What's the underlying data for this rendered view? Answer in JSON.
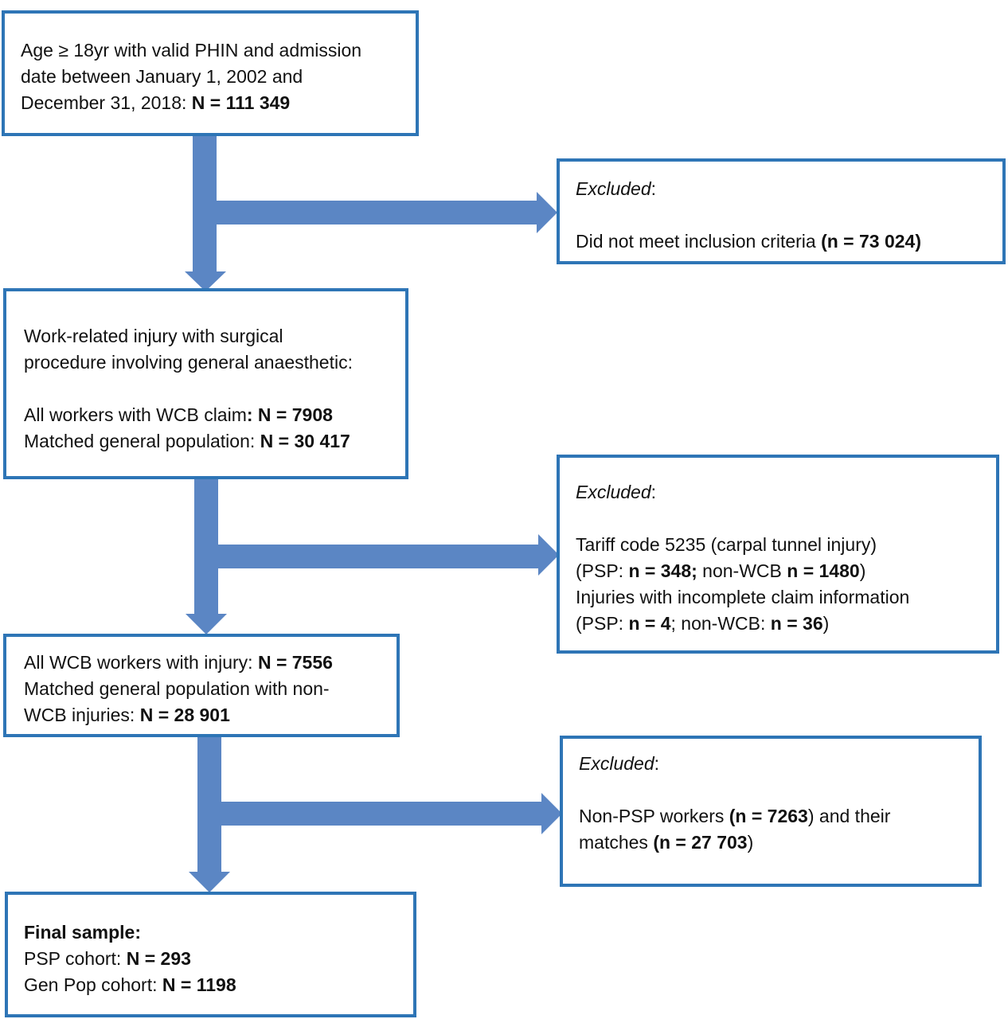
{
  "colors": {
    "border": "#2e75b6",
    "arrow": "#5b86c4"
  },
  "box1": {
    "line1": "Age ≥ 18yr with valid PHIN and admission",
    "line2": "date between January 1, 2002 and",
    "line3_pre": "December 31, 2018: ",
    "line3_bold": "N = 111 349"
  },
  "exclusion1": {
    "heading": "Excluded",
    "heading_suffix": ":",
    "text": "Did not meet inclusion criteria ",
    "count": "(n = 73 024)"
  },
  "box2": {
    "line1": "Work-related injury with surgical",
    "line2": "procedure involving general anaesthetic:",
    "line3_pre": "All workers with WCB claim",
    "line3_bold": ": N = 7908",
    "line4_pre": "Matched general population: ",
    "line4_bold": "N = 30 417"
  },
  "exclusion2": {
    "heading": "Excluded",
    "heading_suffix": ":",
    "line1": "Tariff code 5235 (carpal tunnel injury)",
    "line2_a": "(PSP: ",
    "line2_b": "n = 348;",
    "line2_c": " non-WCB ",
    "line2_d": "n = 1480",
    "line2_e": ")",
    "line3": "Injuries with incomplete claim information",
    "line4_a": "(PSP: ",
    "line4_b": "n = 4",
    "line4_c": "; non-WCB: ",
    "line4_d": "n = 36",
    "line4_e": ")"
  },
  "box3": {
    "line1_pre": "All WCB workers with injury: ",
    "line1_bold": "N = 7556",
    "line2": "Matched general population with non-",
    "line3_pre": "WCB injuries: ",
    "line3_bold": "N = 28 901"
  },
  "exclusion3": {
    "heading": "Excluded",
    "heading_suffix": ":",
    "line1_a": "Non-PSP workers ",
    "line1_b": "(n = 7263",
    "line1_c": ") and their",
    "line2_a": "matches ",
    "line2_b": "(n = 27 703",
    "line2_c": ")"
  },
  "box4": {
    "title": "Final sample:",
    "line2_pre": "PSP cohort: ",
    "line2_bold": "N = 293",
    "line3_pre": "Gen Pop cohort: ",
    "line3_bold": "N = 1198"
  }
}
